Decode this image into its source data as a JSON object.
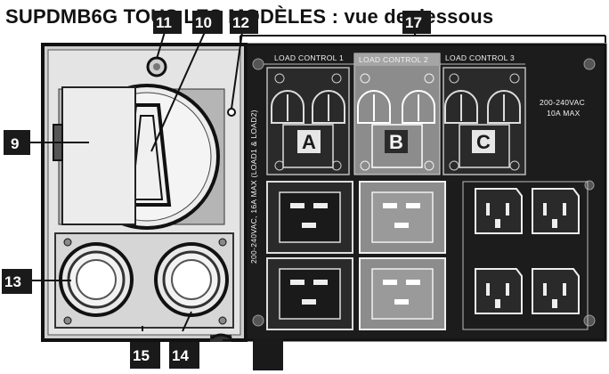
{
  "title": "SUPDMB6G  TOUS LES MODÈLES : vue de dessous",
  "callouts": {
    "c9": "9",
    "c10": "10",
    "c11": "11",
    "c12": "12",
    "c13": "13",
    "c14": "14",
    "c15": "15",
    "c17": "17",
    "c16": ""
  },
  "load_controls": [
    "LOAD CONTROL 1",
    "LOAD CONTROL 2",
    "LOAD CONTROL 3"
  ],
  "breaker_letters": [
    "A",
    "B",
    "C"
  ],
  "rating_right": [
    "200-240VAC",
    "10A MAX"
  ],
  "rating_vertical": "200-240VAC, 16A MAX (LOAD1 & LOAD2)",
  "colors": {
    "panel_dark": "#1c1c1c",
    "panel_light": "#8a8a8a",
    "chassis": "#d9d9d9",
    "callout_bg": "#1a1a1a"
  }
}
